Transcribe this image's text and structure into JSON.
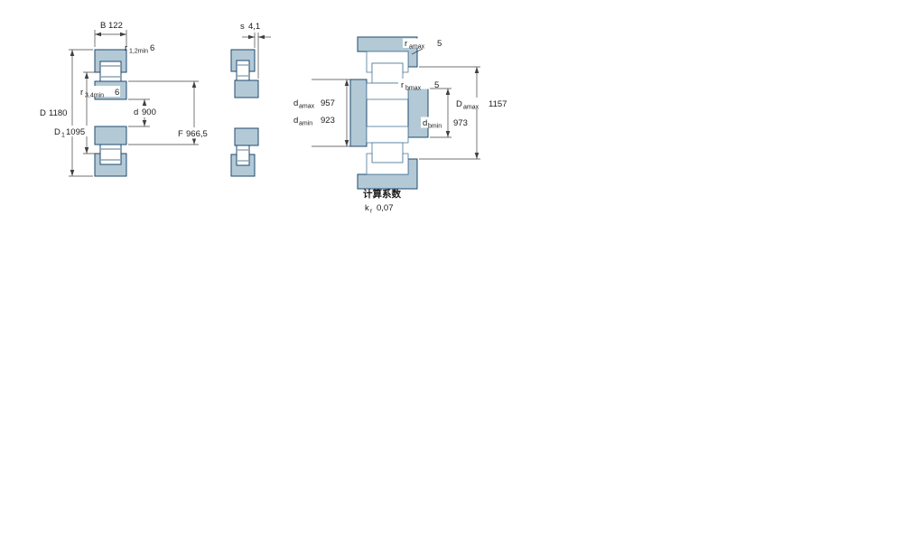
{
  "drawing": {
    "left_view": {
      "B": {
        "symbol": "B",
        "value": "122"
      },
      "r12": {
        "symbol": "r",
        "subscript": "1,2min",
        "value": "6"
      },
      "r34": {
        "symbol": "r",
        "subscript": "3,4min",
        "value": "6"
      },
      "D": {
        "symbol": "D",
        "value": "1180"
      },
      "D1": {
        "symbol": "D",
        "subscript": "1",
        "value": "1095"
      },
      "d": {
        "symbol": "d",
        "value": "900"
      },
      "F": {
        "symbol": "F",
        "value": "966,5"
      }
    },
    "middle_view": {
      "s": {
        "symbol": "s",
        "value": "4,1"
      }
    },
    "right_view": {
      "ra": {
        "symbol": "r",
        "subscript": "amax",
        "value": "5"
      },
      "rb": {
        "symbol": "r",
        "subscript": "bmax",
        "value": "5"
      },
      "da_max": {
        "symbol": "d",
        "subscript": "amax",
        "value": "957"
      },
      "da_min": {
        "symbol": "d",
        "subscript": "amin",
        "value": "923"
      },
      "db_min": {
        "symbol": "d",
        "subscript": "bmin",
        "value": "973"
      },
      "Da_max": {
        "symbol": "D",
        "subscript": "amax",
        "value": "1157"
      }
    },
    "calculation_factors": {
      "heading": "计算系数",
      "kr": {
        "symbol": "k",
        "subscript": "r",
        "value": "0,07"
      }
    },
    "colors": {
      "section_fill": "#b3c9d6",
      "section_outline": "#1d4a6e",
      "thin_outline": "#4a7596",
      "dimension_line": "#404040",
      "text": "#1a1a1a"
    }
  }
}
